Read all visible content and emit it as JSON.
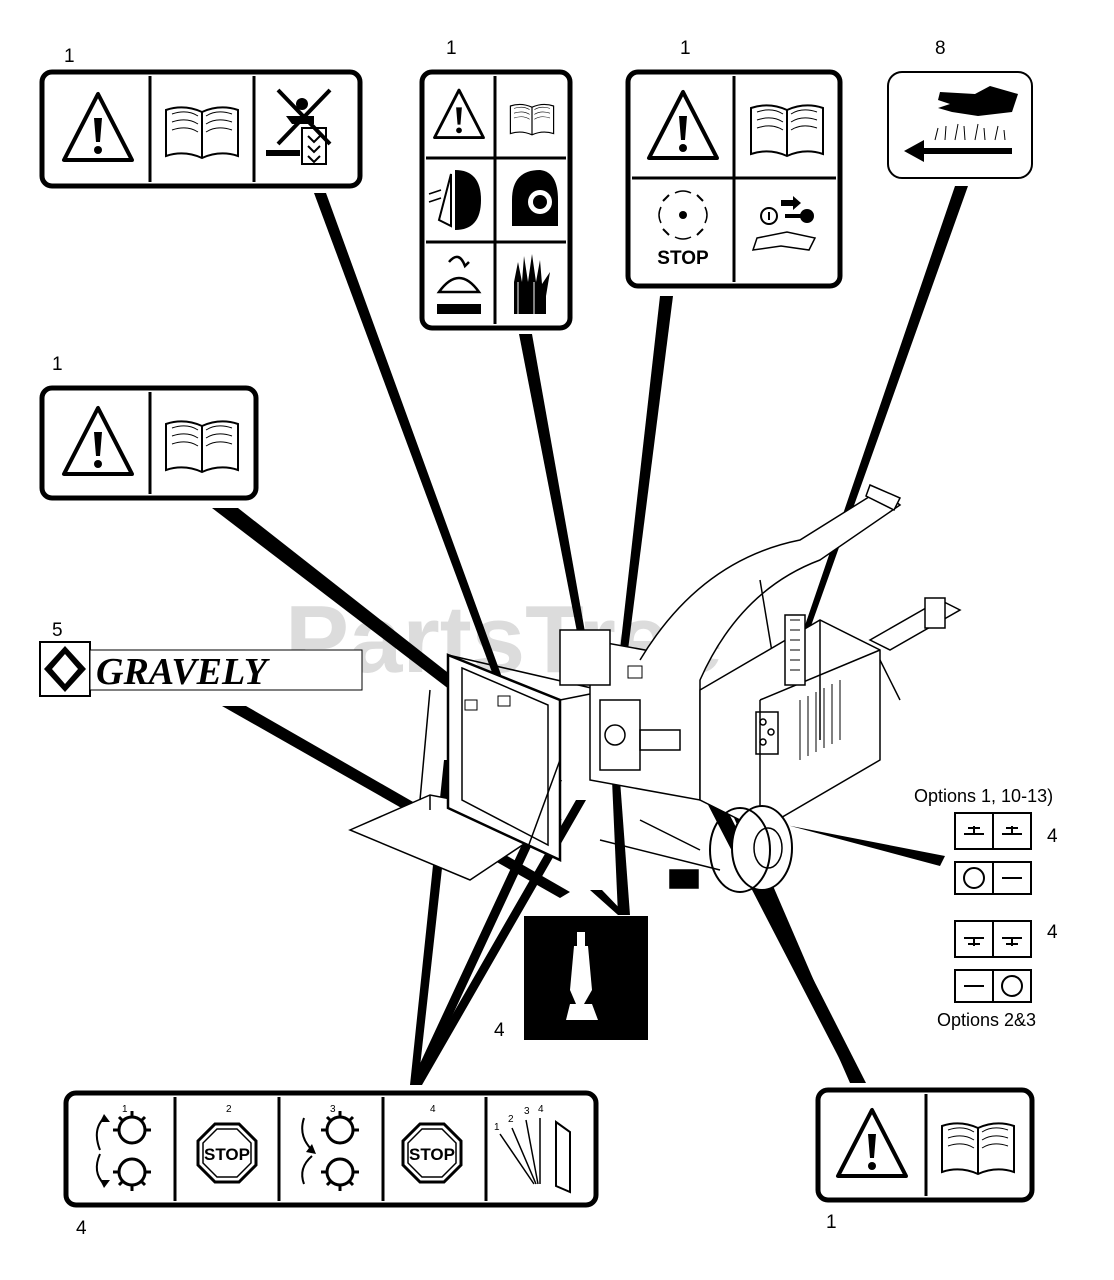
{
  "title": "",
  "colors": {
    "ink": "#000000",
    "paper": "#ffffff",
    "watermark": "#d9d9d9"
  },
  "watermark": "PartsTree",
  "brand": {
    "text": "GRAVELY"
  },
  "callouts": {
    "decal_top_left": "1",
    "decal_top_center": "1",
    "decal_top_right": "1",
    "decal_hand_arrow": "8",
    "decal_mid_left": "1",
    "logo": "5",
    "control_upper": "4",
    "control_lower": "4",
    "decal_lever": "4",
    "decal_feed_strip": "4",
    "decal_bottom_right": "1"
  },
  "options": {
    "upper_label": "Options 1, 10-13)",
    "lower_label": "Options 2&3"
  },
  "feed_strip": {
    "steps": [
      "1",
      "2",
      "3",
      "4"
    ],
    "stop_label": "STOP",
    "lever_positions": [
      "1",
      "2",
      "3",
      "4"
    ]
  },
  "stop_panel": {
    "label": "STOP"
  },
  "icons": [
    "warning-triangle-icon",
    "manual-book-icon",
    "no-riding-icon",
    "face-shield-icon",
    "ear-protection-icon",
    "hard-hat-icon",
    "gloves-icon",
    "rotating-blade-icon",
    "key-removal-icon",
    "hand-icon",
    "arrow-left-icon",
    "stop-sign-icon",
    "feed-roller-icon",
    "lever-icon",
    "circle-icon",
    "dash-icon"
  ]
}
